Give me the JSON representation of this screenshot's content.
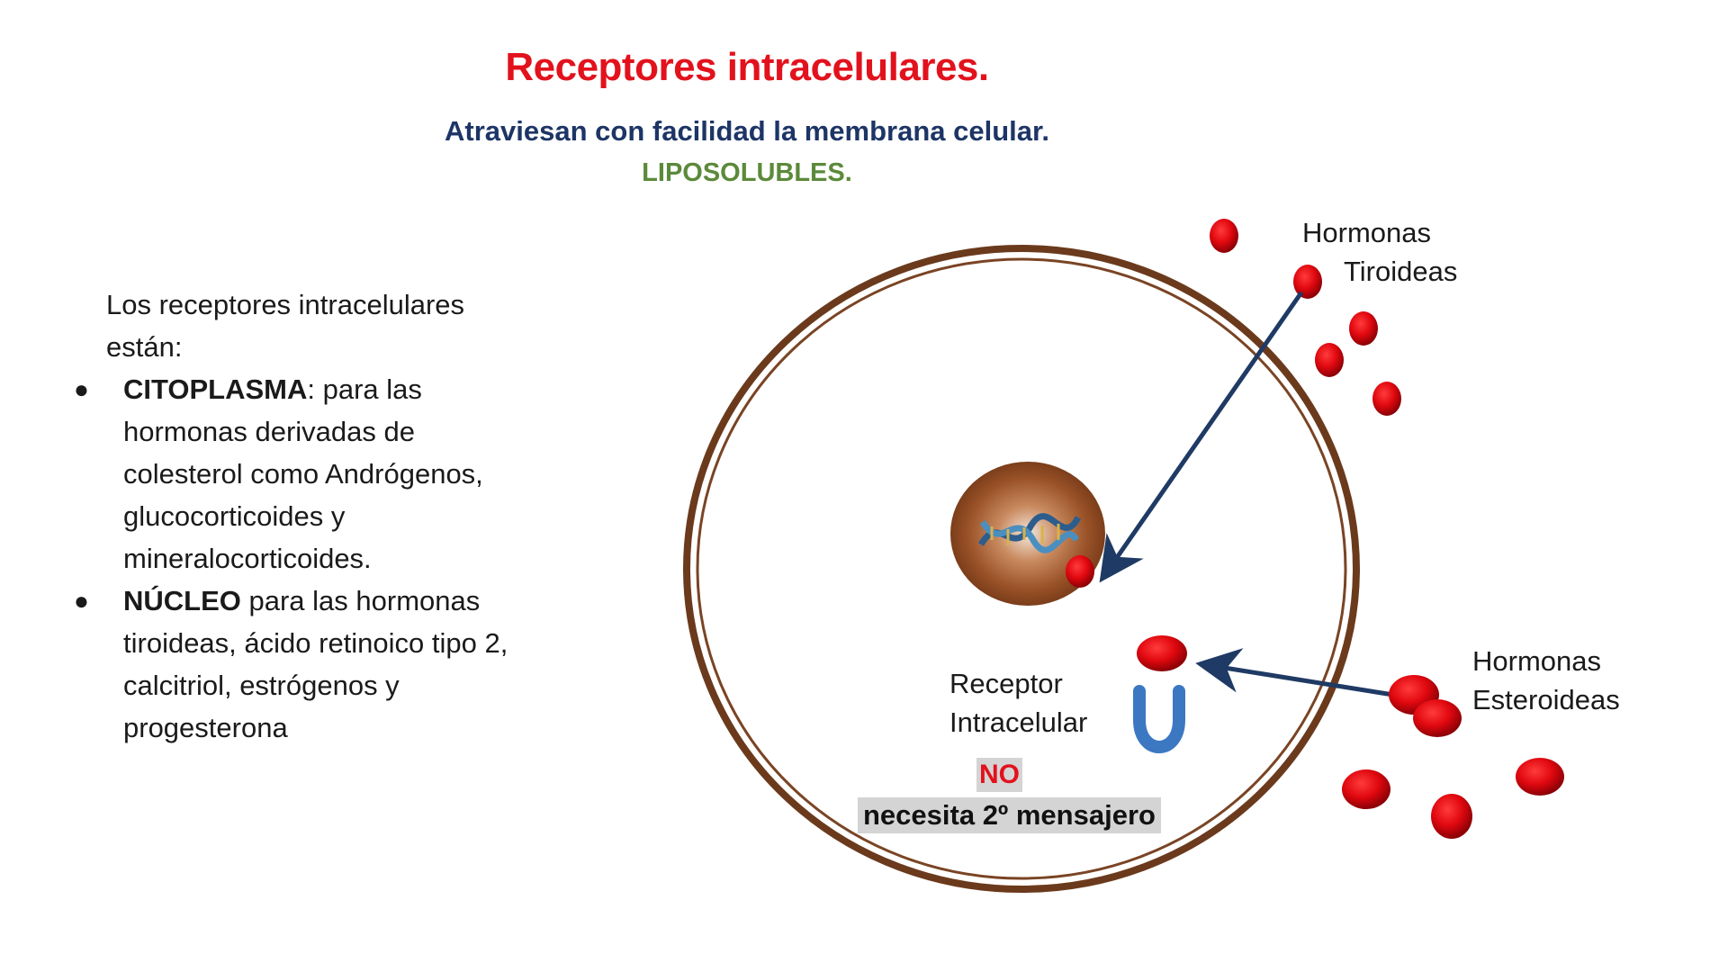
{
  "header": {
    "title": "Receptores intracelulares.",
    "subtitle": "Atraviesan con facilidad la membrana celular.",
    "subtitle2": "LIPOSOLUBLES."
  },
  "left": {
    "intro": "Los receptores intracelulares están:",
    "bullets": [
      {
        "bold": "CITOPLASMA",
        "text": ":  para las hormonas derivadas de colesterol como Andrógenos, glucocorticoides y mineralocorticoides."
      },
      {
        "bold": "NÚCLEO",
        "text": " para las hormonas tiroideas, ácido retinoico tipo 2, calcitriol, estrógenos y progesterona"
      }
    ]
  },
  "diagram": {
    "thyroid_label_1": "Hormonas",
    "thyroid_label_2": "Tiroideas",
    "steroid_label_1": "Hormonas",
    "steroid_label_2": "Esteroideas",
    "receptor_label_1": "Receptor",
    "receptor_label_2": "Intracelular",
    "no_label": "NO",
    "messenger_label": "necesita 2º mensajero",
    "colors": {
      "membrane": "#6b3a1c",
      "nucleus": "#8a4a22",
      "hormone": "#e0080f",
      "arrow": "#1f3a64",
      "receptor": "#3c78c2"
    }
  }
}
